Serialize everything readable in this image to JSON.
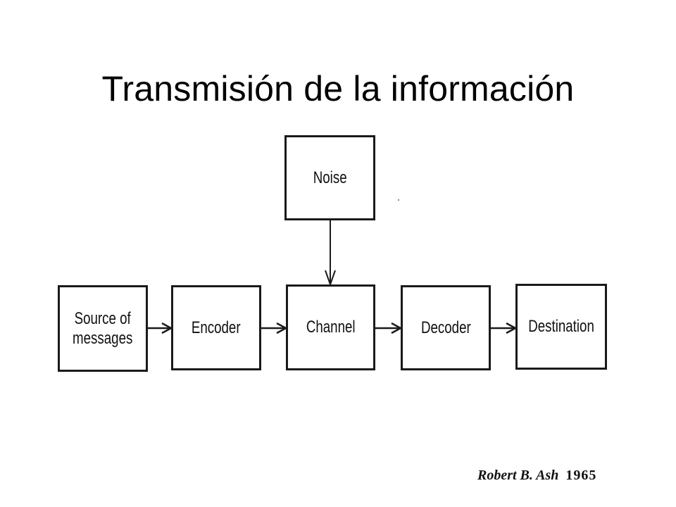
{
  "slide": {
    "title": "Transmisión de la información"
  },
  "diagram": {
    "blocks": {
      "noise": "Noise",
      "source": "Source of\nmessages",
      "encoder": "Encoder",
      "channel": "Channel",
      "decoder": "Decoder",
      "destination": "Destination"
    },
    "edges": [
      {
        "from": "noise",
        "to": "channel"
      },
      {
        "from": "source",
        "to": "encoder"
      },
      {
        "from": "encoder",
        "to": "channel"
      },
      {
        "from": "channel",
        "to": "decoder"
      },
      {
        "from": "decoder",
        "to": "destination"
      }
    ]
  },
  "citation": {
    "author": "Robert B. Ash",
    "year": "1965"
  },
  "colors": {
    "stroke": "#1a1a1a",
    "background": "#ffffff",
    "text": "#000000"
  }
}
